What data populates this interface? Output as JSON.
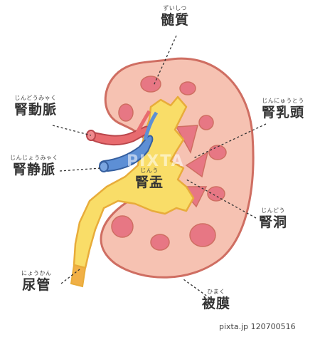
{
  "labels": {
    "medulla": {
      "furigana": "ずいしつ",
      "text": "髄質"
    },
    "renal_artery": {
      "furigana": "じんどうみゃく",
      "text": "腎動脈"
    },
    "renal_vein": {
      "furigana": "じんじょうみゃく",
      "text": "腎静脈"
    },
    "papilla": {
      "furigana": "じんにゅうとう",
      "text": "腎乳頭"
    },
    "pelvis": {
      "furigana": "じんう",
      "text": "腎盂"
    },
    "sinus": {
      "furigana": "じんどう",
      "text": "腎洞"
    },
    "ureter": {
      "furigana": "にょうかん",
      "text": "尿管"
    },
    "capsule": {
      "furigana": "ひまく",
      "text": "被膜"
    }
  },
  "watermark": {
    "brand": "pixta.jp",
    "id": "120700516",
    "overlay": "PIXTA"
  },
  "colors": {
    "cortex": "#f6c2b2",
    "medulla_spots": "#e77784",
    "outline": "#cf6e62",
    "pelvis": "#f9dd68",
    "pelvis_outline": "#e8ac3a",
    "artery": "#e86b6f",
    "vein": "#5d8fd5"
  }
}
